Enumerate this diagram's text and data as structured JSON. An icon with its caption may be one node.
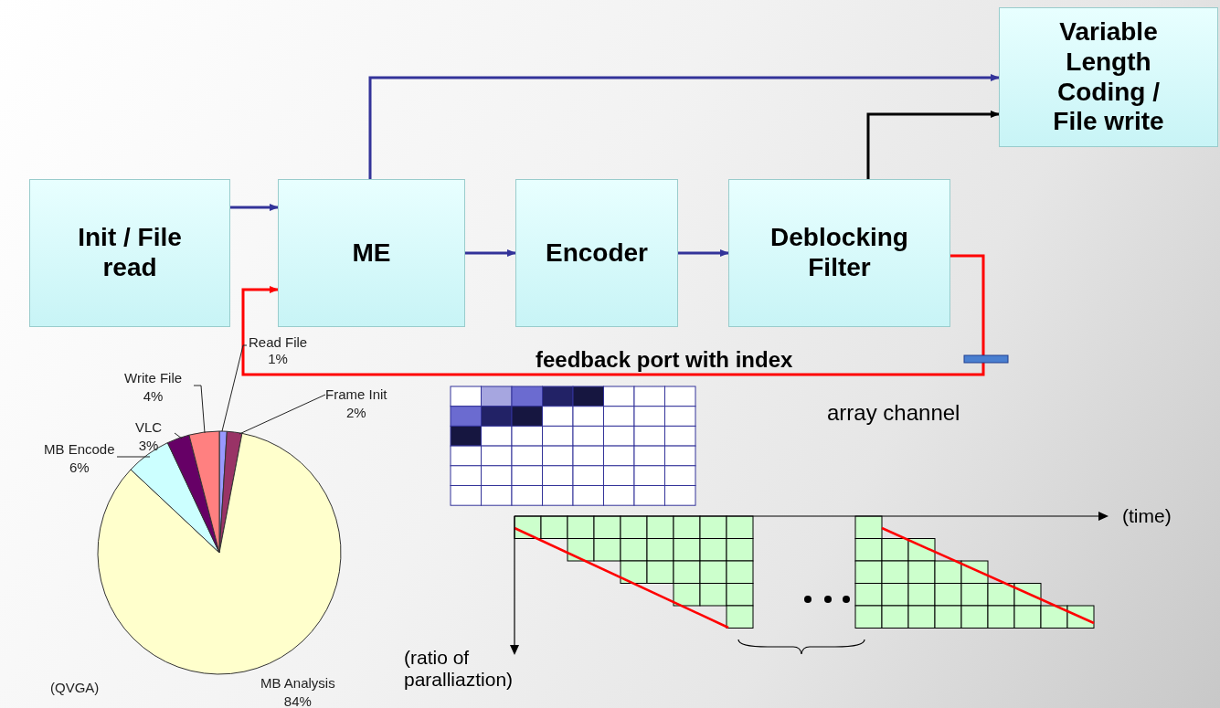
{
  "diagram": {
    "nodes": [
      {
        "text": [
          "Init / File read"
        ]
      },
      {
        "text": [
          "ME"
        ]
      },
      {
        "text": [
          "Encoder"
        ]
      },
      {
        "text": [
          "Deblocking Filter"
        ]
      },
      {
        "text": [
          "Variable Length Coding / File write"
        ]
      }
    ],
    "edges": [
      {
        "from": 0,
        "to": 1,
        "arrow": "to"
      },
      {
        "from": 1,
        "to": 4,
        "arrow": "to"
      },
      {
        "from": 1,
        "to": 2,
        "arrow": "to"
      },
      {
        "from": 2,
        "to": 3,
        "arrow": "to"
      },
      {
        "from": 3,
        "to": 4,
        "arrow": "to",
        "color": "#000000"
      },
      {
        "from": 3,
        "to": 1,
        "arrow": "to",
        "color": "#ff0000",
        "label": "feedback port with index"
      }
    ],
    "labels": [
      "array channel",
      "(time)",
      "(ratio of paralliaztion)"
    ],
    "chart_data": {
      "type": "pie",
      "title": "(QVGA)",
      "categories": [
        "Read File",
        "Frame Init",
        "MB Analysis",
        "MB Encode",
        "VLC",
        "Write File"
      ],
      "series": [
        {
          "values": [
            1,
            2,
            84,
            6,
            3,
            4
          ]
        }
      ],
      "value_labels": [
        "1%",
        "2%",
        "84%",
        "6%",
        "3%",
        "4%"
      ]
    }
  }
}
